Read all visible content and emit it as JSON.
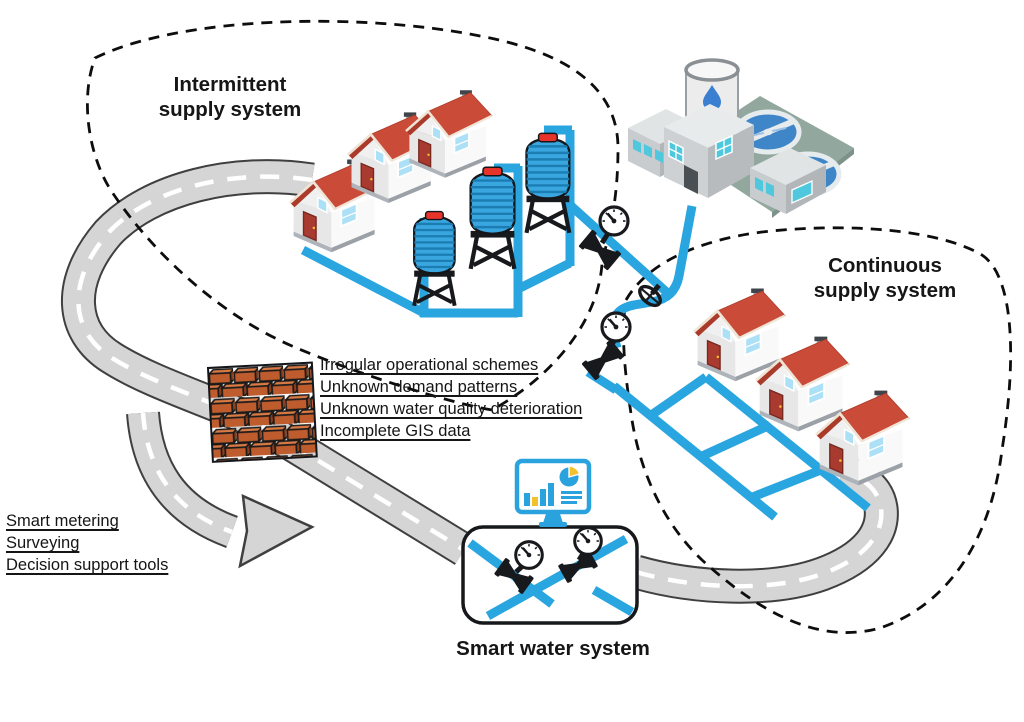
{
  "figure": {
    "type": "conceptual-diagram",
    "topic": "Transition from intermittent to continuous water supply enabled by a smart water system"
  },
  "labels": {
    "intermittent": "Intermittent supply system",
    "continuous": "Continuous supply system",
    "smart": "Smart water system"
  },
  "issues": [
    "Irregular operational schemes",
    "Unknown demand patterns",
    "Unknown water quality deterioration",
    "Incomplete GIS data"
  ],
  "solutions": [
    "Smart metering",
    "Surveying",
    "Decision support tools"
  ],
  "colors": {
    "pipe_blue": "#29a5e0",
    "road_grey": "#d5d5d5",
    "roof_red": "#c94b38",
    "brick_orange": "#bf5c2e",
    "tank_blue": "#3aa6e0",
    "tank_cap_red": "#e8332a",
    "chart_yellow": "#f2c12e",
    "monitor_blue": "#2aa2de",
    "clarifier_blue": "#3f86c9",
    "platform_green": "#92a89f"
  },
  "icons": [
    "house-icon",
    "water-tank-icon",
    "water-treatment-plant-icon",
    "clarifier-icon",
    "water-drop-icon",
    "valve-icon",
    "pressure-gauge-icon",
    "hand-wheel-valve-icon",
    "brick-wall-icon",
    "road",
    "bypass-arrow-icon",
    "monitor-icon",
    "bar-chart-icon",
    "pie-chart-icon",
    "pipe"
  ],
  "diagram": {
    "regions": [
      {
        "id": "intermittent-supply-system",
        "boundary": "dashed",
        "contents": [
          "3 houses",
          "3 elevated storage tanks",
          "pipe network",
          "road loop blocked by brick wall"
        ]
      },
      {
        "id": "continuous-supply-system",
        "boundary": "dashed",
        "contents": [
          "3 houses",
          "looped pipe grid",
          "road from smart water system"
        ]
      }
    ],
    "nodes": [
      {
        "id": "water-treatment-plant",
        "type": "facility",
        "features": [
          "storage cylinder with water drop",
          "2 circular clarifiers",
          "plant buildings"
        ]
      },
      {
        "id": "smart-water-system",
        "type": "control-box",
        "features": [
          "monitor with bar and pie charts",
          "pipes with 2 gauged valves"
        ]
      },
      {
        "id": "brick-wall",
        "type": "barrier",
        "annotations_ref": "issues"
      },
      {
        "id": "bypass-arrow",
        "type": "transition-arrow",
        "annotations_ref": "solutions"
      },
      {
        "id": "valve-gauge-upper",
        "type": "valve-with-gauge-and-hand-wheel"
      },
      {
        "id": "valve-gauge-lower",
        "type": "valve-with-gauge"
      }
    ],
    "edges": [
      {
        "from": "water-treatment-plant",
        "to": "intermittent-supply-system",
        "via": "valve-gauge-upper",
        "kind": "pipe"
      },
      {
        "from": "water-treatment-plant",
        "to": "continuous-supply-system",
        "via": "valve-gauge-lower",
        "kind": "pipe"
      },
      {
        "from": "intermittent-supply-system",
        "to": "brick-wall",
        "kind": "road",
        "status": "blocked"
      },
      {
        "from": "bypass-arrow",
        "to": "smart-water-system",
        "kind": "road",
        "status": "enabled"
      },
      {
        "from": "smart-water-system",
        "to": "continuous-supply-system",
        "kind": "road"
      }
    ]
  }
}
